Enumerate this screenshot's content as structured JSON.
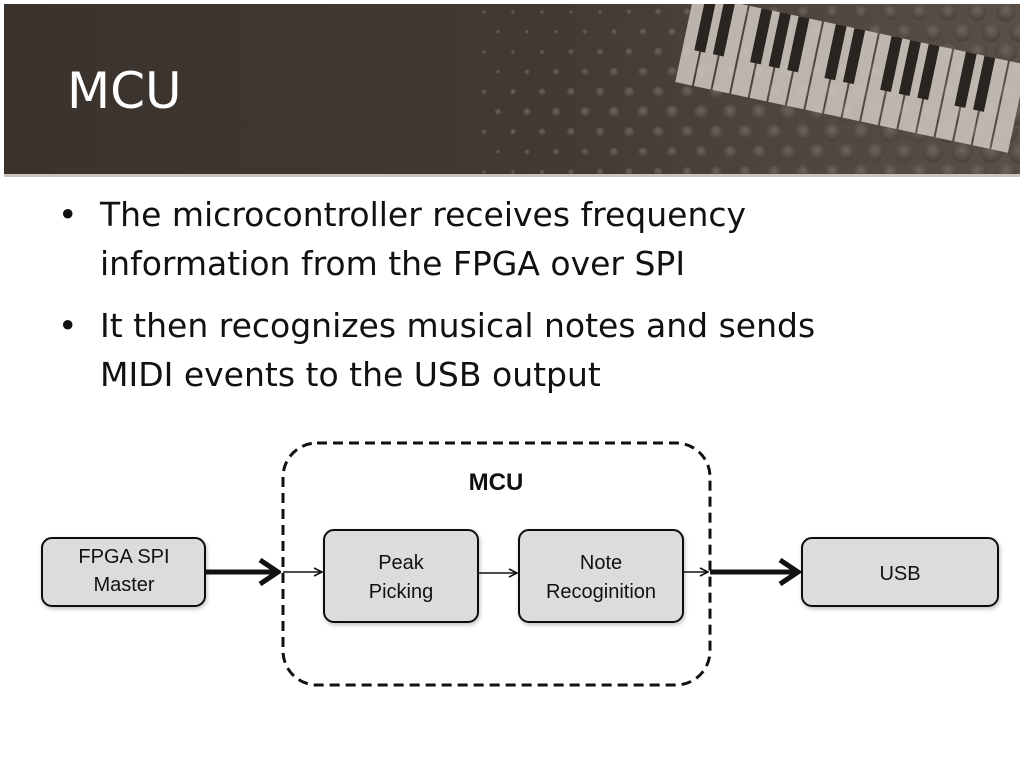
{
  "slide": {
    "title": "MCU",
    "bullets": [
      {
        "lines": [
          "The microcontroller receives frequency",
          "information from the FPGA over SPI"
        ]
      },
      {
        "lines": [
          "It then recognizes musical notes and sends",
          "MIDI events to the USB output"
        ]
      }
    ],
    "bullet_symbol": "•"
  },
  "diagram": {
    "group": {
      "label": "MCU"
    },
    "nodes": [
      {
        "id": "fpga",
        "lines": [
          "FPGA SPI",
          "Master"
        ]
      },
      {
        "id": "peak",
        "lines": [
          "Peak",
          "Picking"
        ]
      },
      {
        "id": "note",
        "lines": [
          "Note",
          "Recoginition"
        ]
      },
      {
        "id": "usb",
        "lines": [
          "USB"
        ]
      }
    ],
    "edges": [
      {
        "from": "fpga",
        "to": "peak"
      },
      {
        "from": "peak",
        "to": "note"
      },
      {
        "from": "note",
        "to": "usb"
      }
    ]
  },
  "colors": {
    "header_bg": "#3f3630",
    "node_fill": "#dcdcdc",
    "node_stroke": "#111111",
    "text": "#111111"
  }
}
